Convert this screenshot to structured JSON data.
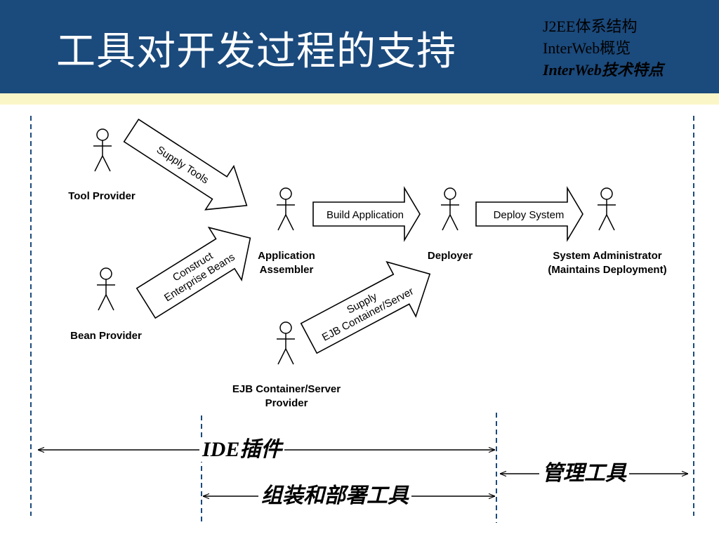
{
  "slide": {
    "title": "工具对开发过程的支持",
    "nav": [
      "J2EE体系结构",
      "InterWeb概览",
      "InterWeb技术特点"
    ],
    "active_nav_index": 2
  },
  "diagram": {
    "actors": {
      "tool_provider": "Tool Provider",
      "bean_provider": "Bean Provider",
      "app_assembler_1": "Application",
      "app_assembler_2": "Assembler",
      "deployer": "Deployer",
      "sysadmin_1": "System Administrator",
      "sysadmin_2": "(Maintains Deployment)",
      "ejb_provider_1": "EJB Container/Server",
      "ejb_provider_2": "Provider"
    },
    "arrows": {
      "supply_tools": "Supply Tools",
      "construct_1": "Construct",
      "construct_2": "Enterprise Beans",
      "build_application": "Build Application",
      "deploy_system": "Deploy System",
      "supply_ejb_1": "Supply",
      "supply_ejb_2": "EJB Container/Server"
    },
    "ranges": {
      "ide_plugin": "IDE插件",
      "assembly_deploy_tools": "组装和部署工具",
      "management_tools": "管理工具"
    }
  },
  "colors": {
    "header": "#1b4a7c",
    "header_stripe": "#fbf6c8",
    "divider": "#1b4a7c"
  }
}
